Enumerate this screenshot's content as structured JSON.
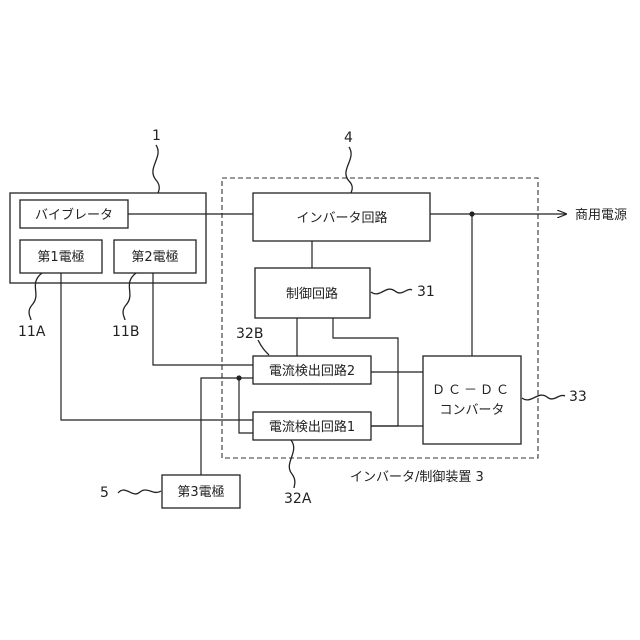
{
  "diagram": {
    "ref_numbers": {
      "vibrator_unit": "1",
      "inverter_circuit": "4",
      "control_circuit": "31",
      "dcdc": "33",
      "third_electrode": "5",
      "electrode1": "11A",
      "electrode2": "11B",
      "detect2": "32B",
      "detect1": "32A"
    },
    "blocks": {
      "vibrator": "バイブレータ",
      "electrode1": "第1電極",
      "electrode2": "第2電極",
      "inverter": "インバータ回路",
      "control": "制御回路",
      "detect2": "電流検出回路2",
      "detect1": "電流検出回路1",
      "dcdc_line1": "ＤＣ－ＤＣ",
      "dcdc_line2": "コンバータ",
      "electrode3": "第3電極"
    },
    "commercial_power": "商用電源",
    "enclosure_label": "インバータ/制御装置 3"
  }
}
